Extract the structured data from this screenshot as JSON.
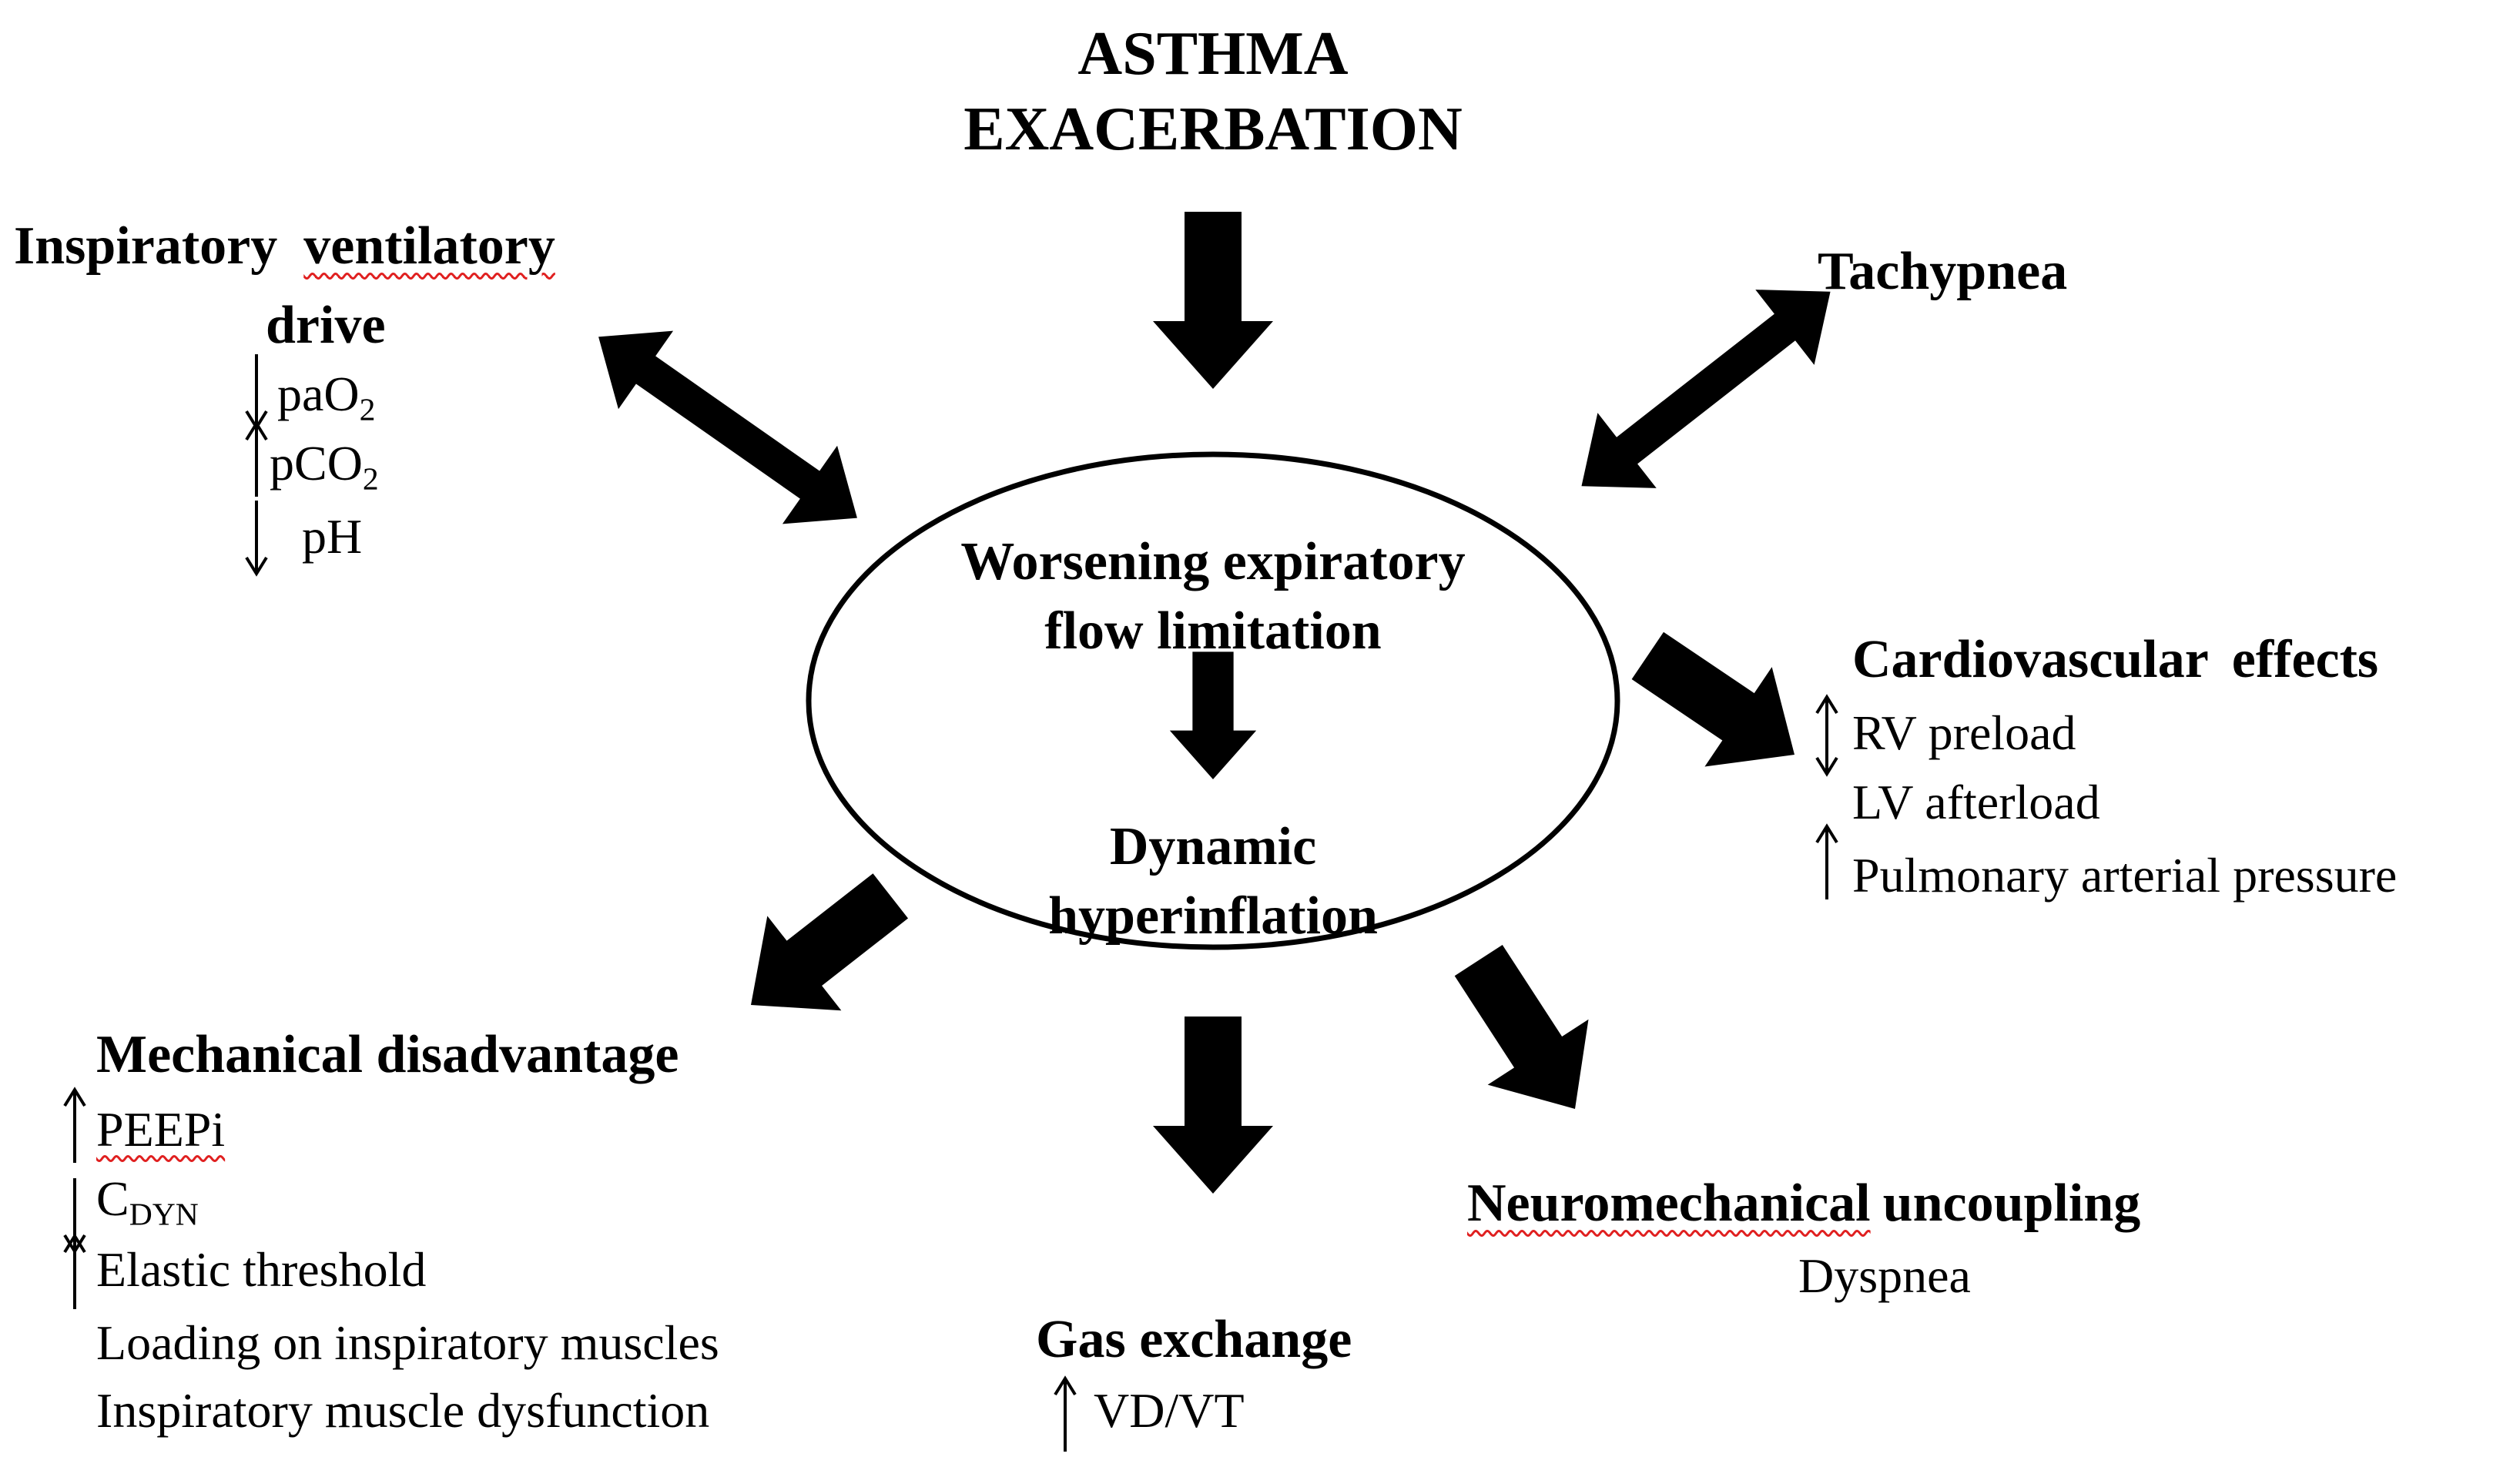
{
  "title": {
    "line1": "ASTHMA",
    "line2": "EXACERBATION"
  },
  "center": {
    "top_line1": "Worsening expiratory",
    "top_line2": "flow limitation",
    "bottom_line1": "Dynamic",
    "bottom_line2": "hyperinflation"
  },
  "drive": {
    "title_a": "Inspiratory",
    "title_b": "ventilatory",
    "title_c": "drive",
    "items": [
      {
        "main": "paO",
        "sub": "2",
        "arrow": "down"
      },
      {
        "main": "pCO",
        "sub": "2",
        "arrow": "up"
      },
      {
        "main": "pH",
        "sub": "",
        "arrow": "down"
      }
    ]
  },
  "tachypnea": {
    "title": "Tachypnea"
  },
  "cardio": {
    "title_a": "Cardiovascular",
    "title_b": "effects",
    "items": [
      {
        "text": "RV preload",
        "arrow": "down"
      },
      {
        "text": "LV afterload",
        "arrow": "up"
      },
      {
        "text": "Pulmonary arterial pressure",
        "arrow": "up"
      }
    ]
  },
  "mechanical": {
    "title": "Mechanical disadvantage",
    "items": [
      {
        "main": "PEEPi",
        "sub": "",
        "arrow": "up"
      },
      {
        "main": "C",
        "sub": "DYN",
        "arrow": "down"
      },
      {
        "main": "Elastic threshold",
        "sub": "",
        "arrow": "up"
      },
      {
        "main": "Loading on inspiratory muscles",
        "sub": "",
        "arrow": "none"
      },
      {
        "main": "Inspiratory muscle dysfunction",
        "sub": "",
        "arrow": "none"
      }
    ]
  },
  "gas": {
    "title": "Gas exchange",
    "item": "VD/VT",
    "arrow": "up"
  },
  "neuro": {
    "title_a": "Neuromechanical",
    "title_b": "uncoupling",
    "item": "Dyspnea"
  }
}
